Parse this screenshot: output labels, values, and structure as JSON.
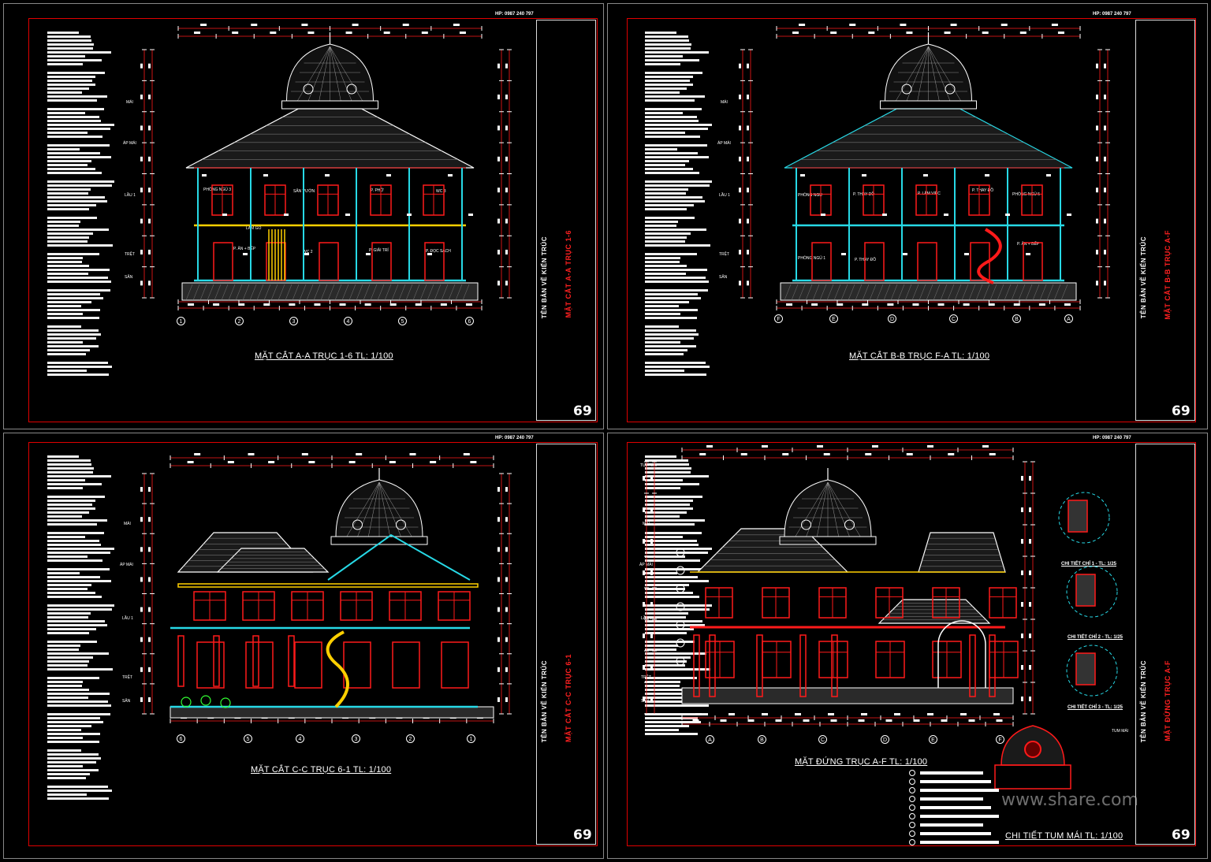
{
  "sheets": [
    {
      "caption": "MẶT CẮT A-A TRỤC 1-6  TL: 1/100",
      "tb_vertical": "TÊN BẢN VẼ KIẾN TRÚC",
      "tb_drawing": "MẶT CẮT A-A TRỤC 1-6",
      "page_no": "69",
      "axes": [
        "1",
        "2",
        "3",
        "4",
        "5",
        "6"
      ],
      "rooms": [
        "PHÒNG NGỦ 3",
        "SÂN VƯỜN",
        "P. PHỞ",
        "WC 3",
        "LAM GỖ",
        "P. ĂN + BẾP",
        "WC 2",
        "P. GIẢI TRÍ",
        "P. ĐỌC SÁCH"
      ]
    },
    {
      "caption": "MẶT CẮT B-B TRỤC F-A  TL: 1/100",
      "tb_vertical": "TÊN BẢN VẼ KIẾN TRÚC",
      "tb_drawing": "MẶT CẮT B-B TRỤC A-F",
      "page_no": "69",
      "axes": [
        "F",
        "E",
        "D",
        "C",
        "B",
        "A"
      ],
      "rooms": [
        "PHÒNG NGỦ",
        "P. THAY ĐỒ",
        "P. LÀM VIỆC",
        "P. THAY ĐỒ",
        "PHÒNG NGỦ 5",
        "PHÒNG NGỦ 1",
        "P. THAY ĐỒ",
        "P. ĂN + BẾP"
      ]
    },
    {
      "caption": "MẶT CẮT C-C TRỤC 6-1  TL: 1/100",
      "tb_vertical": "TÊN BẢN VẼ KIẾN TRÚC",
      "tb_drawing": "MẶT CẮT C-C  TRỤC 6-1",
      "page_no": "69",
      "axes": [
        "6",
        "5",
        "4",
        "3",
        "2",
        "1"
      ],
      "rooms": []
    },
    {
      "caption": "MẶT ĐỨNG TRỤC A-F  TL: 1/100",
      "tb_vertical": "TÊN BẢN VẼ KIẾN TRÚC",
      "tb_drawing": "MẶT ĐỨNG TRỤC A-F",
      "page_no": "69",
      "axes": [
        "A",
        "B",
        "C",
        "D",
        "E",
        "F"
      ],
      "rooms": [],
      "details": [
        "CHI TIẾT CHỈ 1 - TL: 1/25",
        "CHI TIẾT CHỈ 2 - TL: 1/25",
        "CHI TIẾT CHỈ 3 - TL: 1/25"
      ],
      "detail_caption": "CHI TIẾT TUM MÁI  TL: 1/100"
    }
  ],
  "levels": {
    "roof": "MÁI",
    "roof_level": "ÁP MÁI",
    "floor1": "LẦU 1",
    "ground": "TRỆT",
    "yard": "SÂN",
    "top": "TUM MÁI"
  },
  "phone": "HP: 0987 240 797",
  "watermark": "www.share.com",
  "colors": {
    "frame": "#e00000",
    "wall": "#ff1a1a",
    "section": "#27d9e6",
    "dim": "#ffffff",
    "accent": "#ffd000"
  }
}
